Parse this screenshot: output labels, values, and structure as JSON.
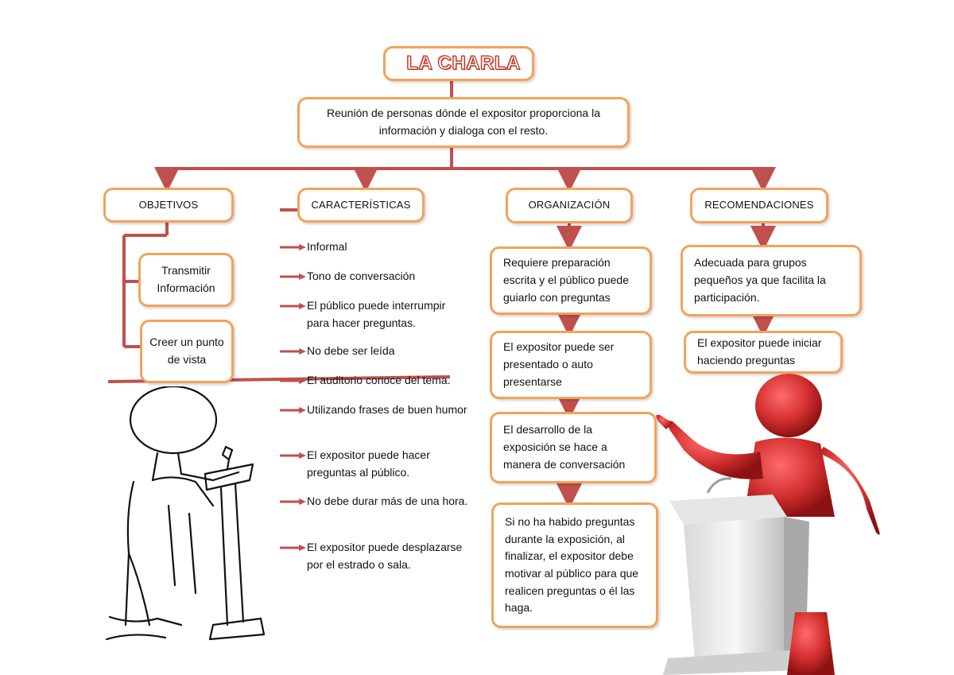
{
  "title": "LA CHARLA",
  "definition": "Reunión de personas dónde el expositor proporciona la información y   dialoga con el resto.",
  "branches": {
    "objetivos": {
      "label": "OBJETIVOS",
      "items": [
        "Transmitir Información",
        "Creer un punto de vista"
      ]
    },
    "caracteristicas": {
      "label": "CARACTERÍSTICAS",
      "items": [
        "Informal",
        "Tono de conversación",
        "El público puede interrumpir para hacer preguntas.",
        "No debe ser leída",
        "El auditorio conoce del tema.",
        "Utilizando frases de buen humor",
        "El expositor puede hacer preguntas al público.",
        "No debe durar más de una hora.",
        "El expositor puede desplazarse por el estrado o sala."
      ]
    },
    "organizacion": {
      "label": "ORGANIZACIÓN",
      "items": [
        "Requiere preparación escrita y el público puede guiarlo con preguntas",
        "El expositor puede ser presentado o  auto presentarse",
        "El desarrollo de la exposición se hace a manera de conversación",
        "Si no ha habido preguntas durante la exposición, al finalizar, el expositor debe motivar al público para que realicen preguntas o él las haga."
      ]
    },
    "recomendaciones": {
      "label": "RECOMENDACIONES",
      "items": [
        "Adecuada para grupos pequeños ya que facilita la participación.",
        "El expositor puede iniciar haciendo preguntas"
      ]
    }
  },
  "colors": {
    "box_border": "#f4a25a",
    "connector": "#c0504d",
    "title_outline": "#c0392b",
    "figure_red": "#d32f2f"
  },
  "icons": [
    "speaker-sketch-illustration",
    "red-3d-speaker-illustration",
    "arrow-right-icon"
  ]
}
